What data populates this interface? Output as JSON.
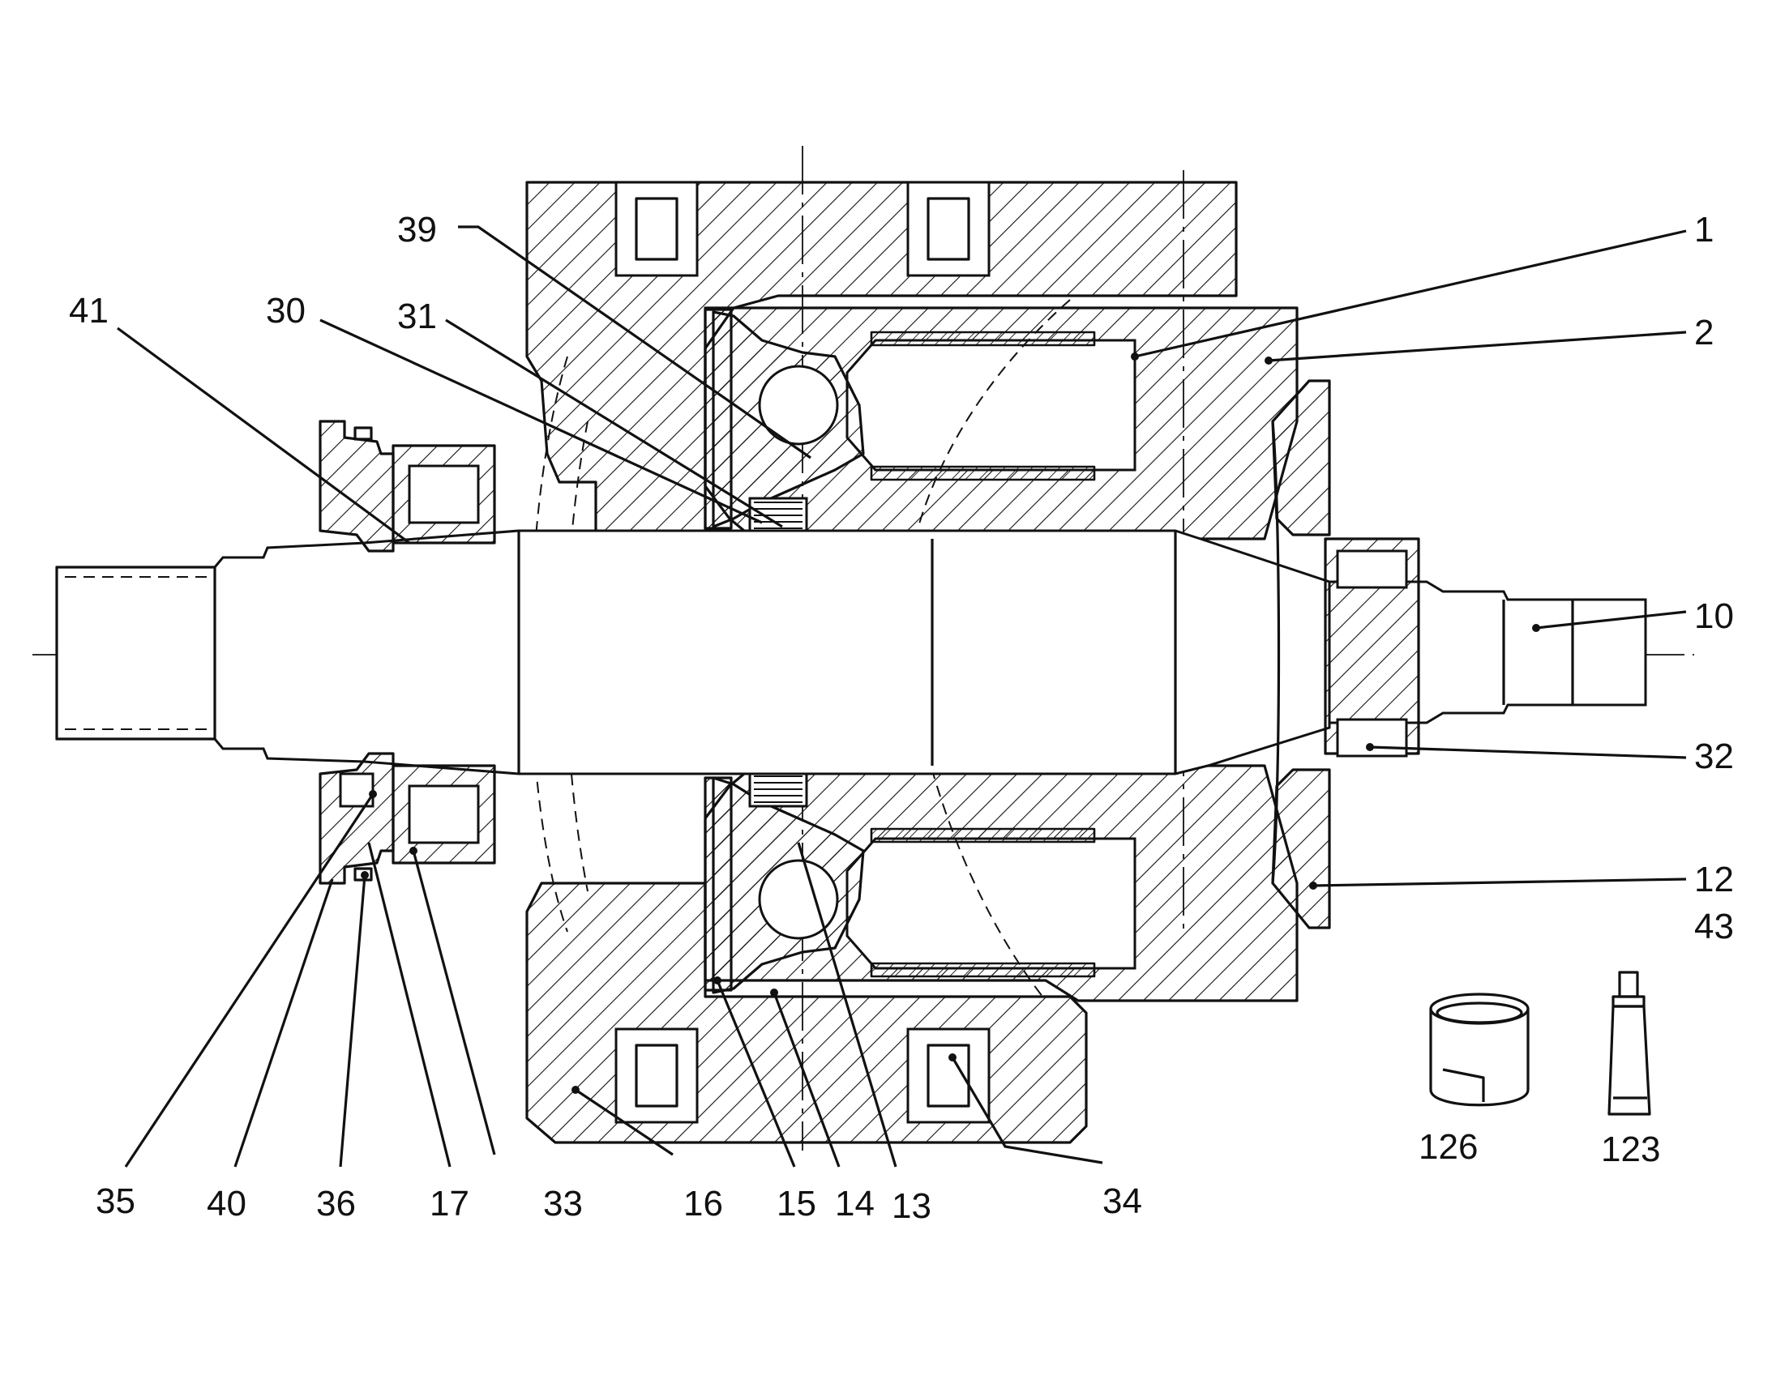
{
  "callouts": [
    {
      "id": "1",
      "label": "1"
    },
    {
      "id": "2",
      "label": "2"
    },
    {
      "id": "10",
      "label": "10"
    },
    {
      "id": "12",
      "label": "12"
    },
    {
      "id": "43",
      "label": "43"
    },
    {
      "id": "32",
      "label": "32"
    },
    {
      "id": "39",
      "label": "39"
    },
    {
      "id": "41",
      "label": "41"
    },
    {
      "id": "30",
      "label": "30"
    },
    {
      "id": "31",
      "label": "31"
    },
    {
      "id": "35",
      "label": "35"
    },
    {
      "id": "40",
      "label": "40"
    },
    {
      "id": "36",
      "label": "36"
    },
    {
      "id": "17",
      "label": "17"
    },
    {
      "id": "33",
      "label": "33"
    },
    {
      "id": "16",
      "label": "16"
    },
    {
      "id": "15",
      "label": "15"
    },
    {
      "id": "14",
      "label": "14"
    },
    {
      "id": "13",
      "label": "13"
    },
    {
      "id": "34",
      "label": "34"
    },
    {
      "id": "126",
      "label": "126"
    },
    {
      "id": "123",
      "label": "123"
    }
  ]
}
